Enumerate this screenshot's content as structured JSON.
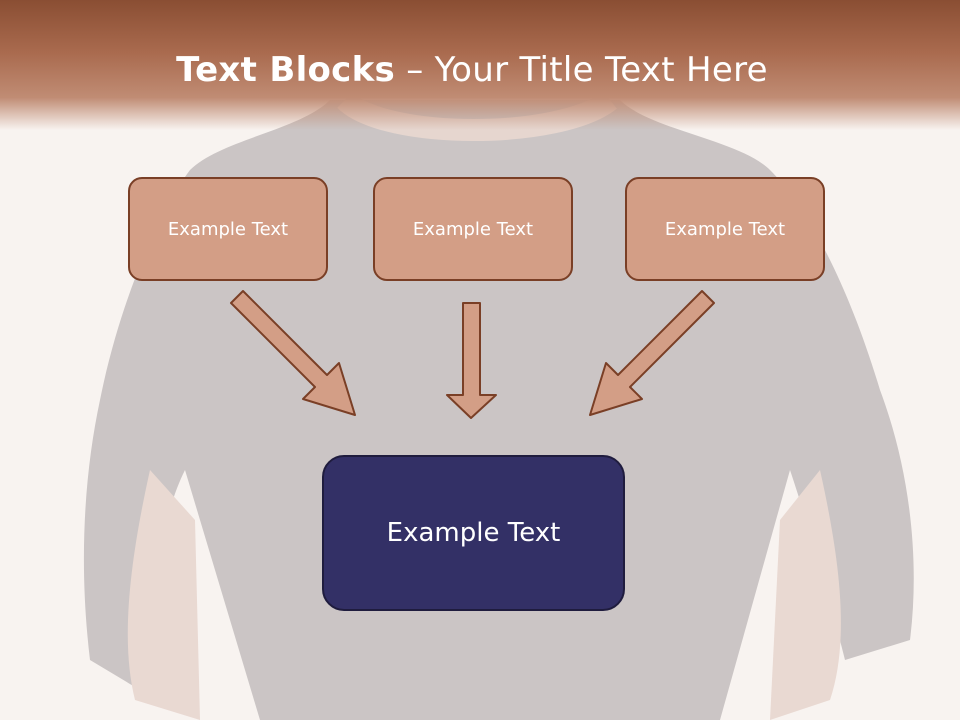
{
  "title": {
    "bold": "Text Blocks",
    "rest": " – Your Title Text Here"
  },
  "blocks": {
    "top": [
      "Example Text",
      "Example Text",
      "Example Text"
    ],
    "main": "Example Text"
  },
  "colors": {
    "title_bar": "#a96a4e",
    "top_box_fill": "#d39e86",
    "top_box_border": "#7a3f26",
    "main_box_fill": "#333066",
    "arrow_fill": "#d39e86",
    "arrow_border": "#7a3f26"
  },
  "icons": {
    "arrows": [
      "diagonal-down-right-arrow-icon",
      "down-arrow-icon",
      "diagonal-down-left-arrow-icon"
    ]
  }
}
